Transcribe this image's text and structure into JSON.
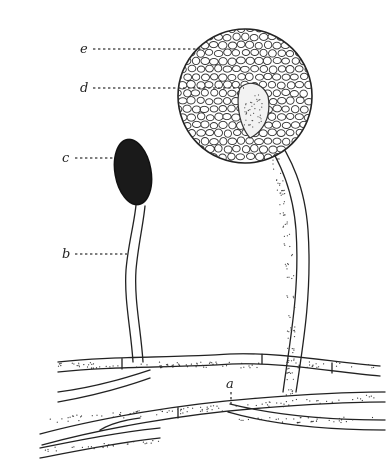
{
  "figure": {
    "labels": {
      "e": "e",
      "d": "d",
      "c": "c",
      "b": "b",
      "a": "a"
    },
    "colors": {
      "ink": "#222222",
      "paper": "#ffffff",
      "spore_fill": "#1a1a1a"
    },
    "parts": [
      "sporangium-wall",
      "columella",
      "young-sporangium",
      "sporangiophore",
      "mycelium-hyphae"
    ]
  }
}
